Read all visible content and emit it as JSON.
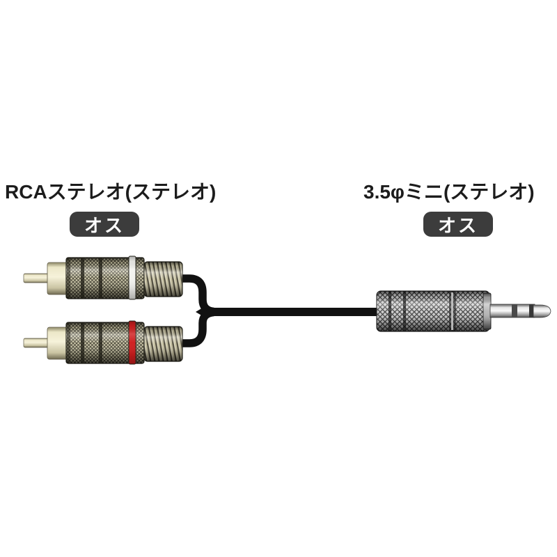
{
  "diagram": {
    "left_connector": {
      "label": "RCAステレオ(ステレオ)",
      "gender": "オス",
      "type": "RCA stereo pair",
      "channel_rings": [
        {
          "name": "white-channel-ring",
          "color": "#f2f2ee"
        },
        {
          "name": "red-channel-ring",
          "color": "#cf1e1e"
        }
      ]
    },
    "right_connector": {
      "label": "3.5φミニ(ステレオ)",
      "gender": "オス",
      "type": "3.5mm mini stereo plug"
    },
    "colors": {
      "background": "#ffffff",
      "label_text": "#1c1c1c",
      "badge_background": "#3c3c3c",
      "badge_text": "#ffffff",
      "cable": "#111111",
      "rca_metal": "#cdc8a8",
      "mini_metal": "#cbcbcb"
    }
  }
}
